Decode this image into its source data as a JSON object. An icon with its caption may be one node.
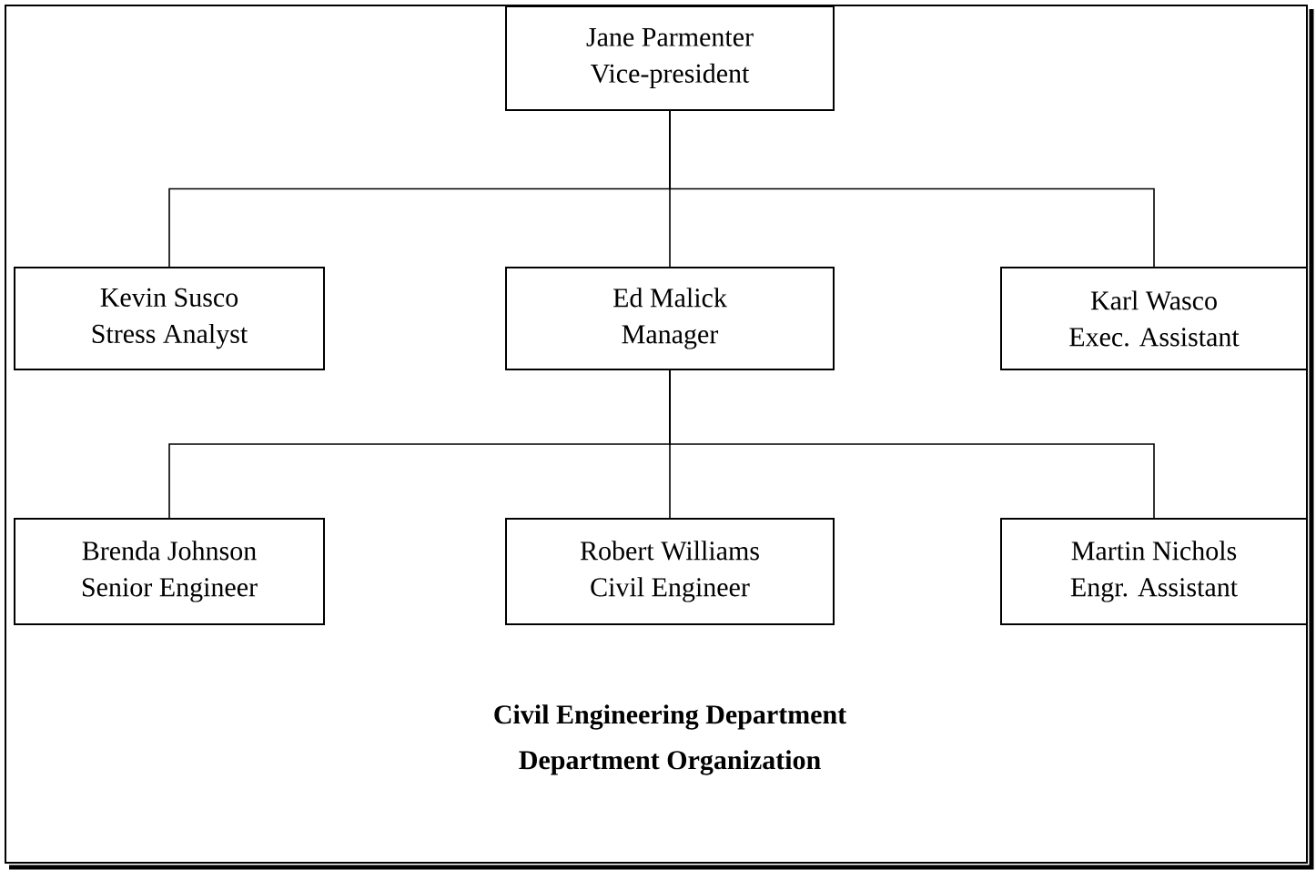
{
  "diagram": {
    "nodes": [
      {
        "text": [
          "Jane Parmenter",
          "Vice-president"
        ]
      },
      {
        "text": [
          "Kevin Susco",
          "Stress Analyst"
        ]
      },
      {
        "text": [
          "Ed Malick",
          "Manager"
        ]
      },
      {
        "text": [
          "Karl Wasco",
          "Exec. Assistant"
        ]
      },
      {
        "text": [
          "Brenda Johnson",
          "Senior Engineer"
        ]
      },
      {
        "text": [
          "Robert Williams",
          "Civil Engineer"
        ]
      },
      {
        "text": [
          "Martin Nichols",
          "Engr. Assistant"
        ]
      }
    ],
    "edges": [
      {
        "from": 0,
        "to": 1,
        "arrow": "none"
      },
      {
        "from": 0,
        "to": 2,
        "arrow": "none"
      },
      {
        "from": 0,
        "to": 3,
        "arrow": "none"
      },
      {
        "from": 2,
        "to": 4,
        "arrow": "none"
      },
      {
        "from": 2,
        "to": 5,
        "arrow": "none"
      },
      {
        "from": 2,
        "to": 6,
        "arrow": "none"
      }
    ],
    "labels": [
      "Civil Engineering Department",
      "Department Organization"
    ]
  }
}
